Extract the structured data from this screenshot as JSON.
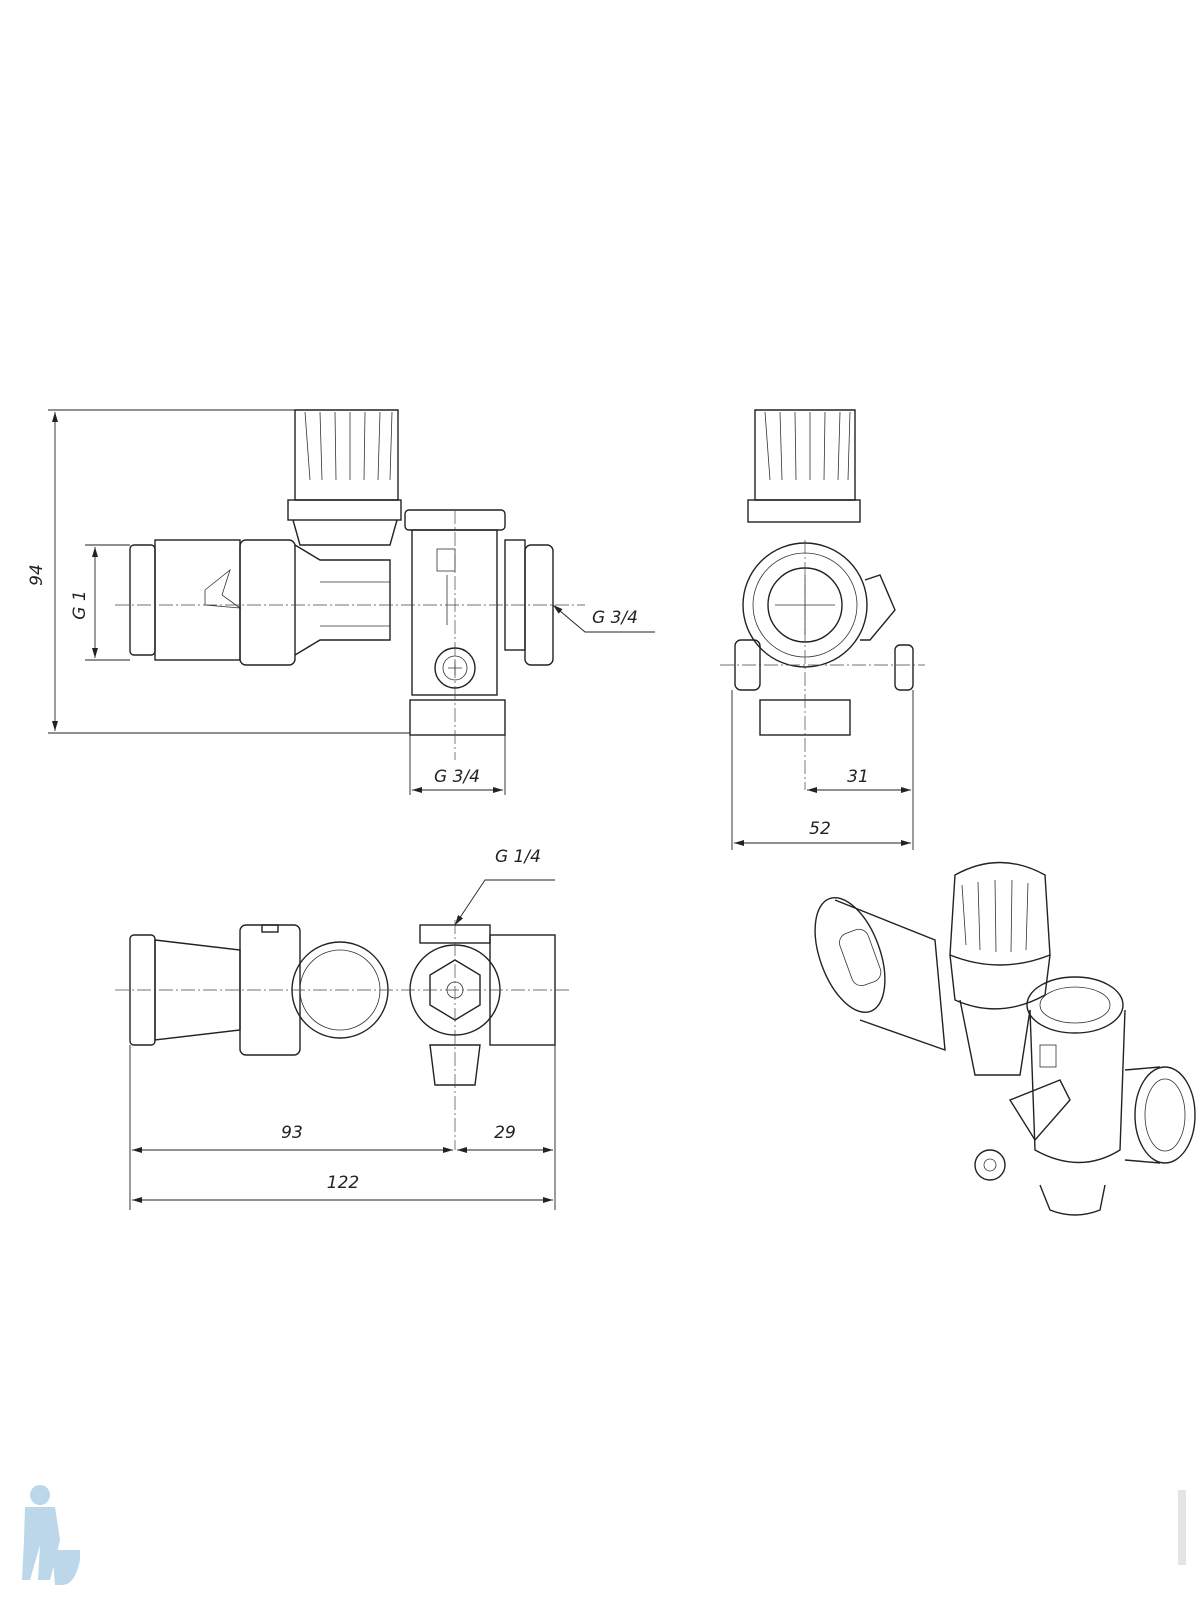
{
  "front_view": {
    "height_dim": "94",
    "inlet_thread": "G 1",
    "outlet_thread_side": "G 3/4",
    "outlet_thread_bottom": "G 3/4"
  },
  "side_view": {
    "offset_dim": "31",
    "width_dim": "52"
  },
  "top_view": {
    "port_thread": "G 1/4",
    "length_dim_a": "93",
    "length_dim_b": "29",
    "total_length_dim": "122"
  }
}
